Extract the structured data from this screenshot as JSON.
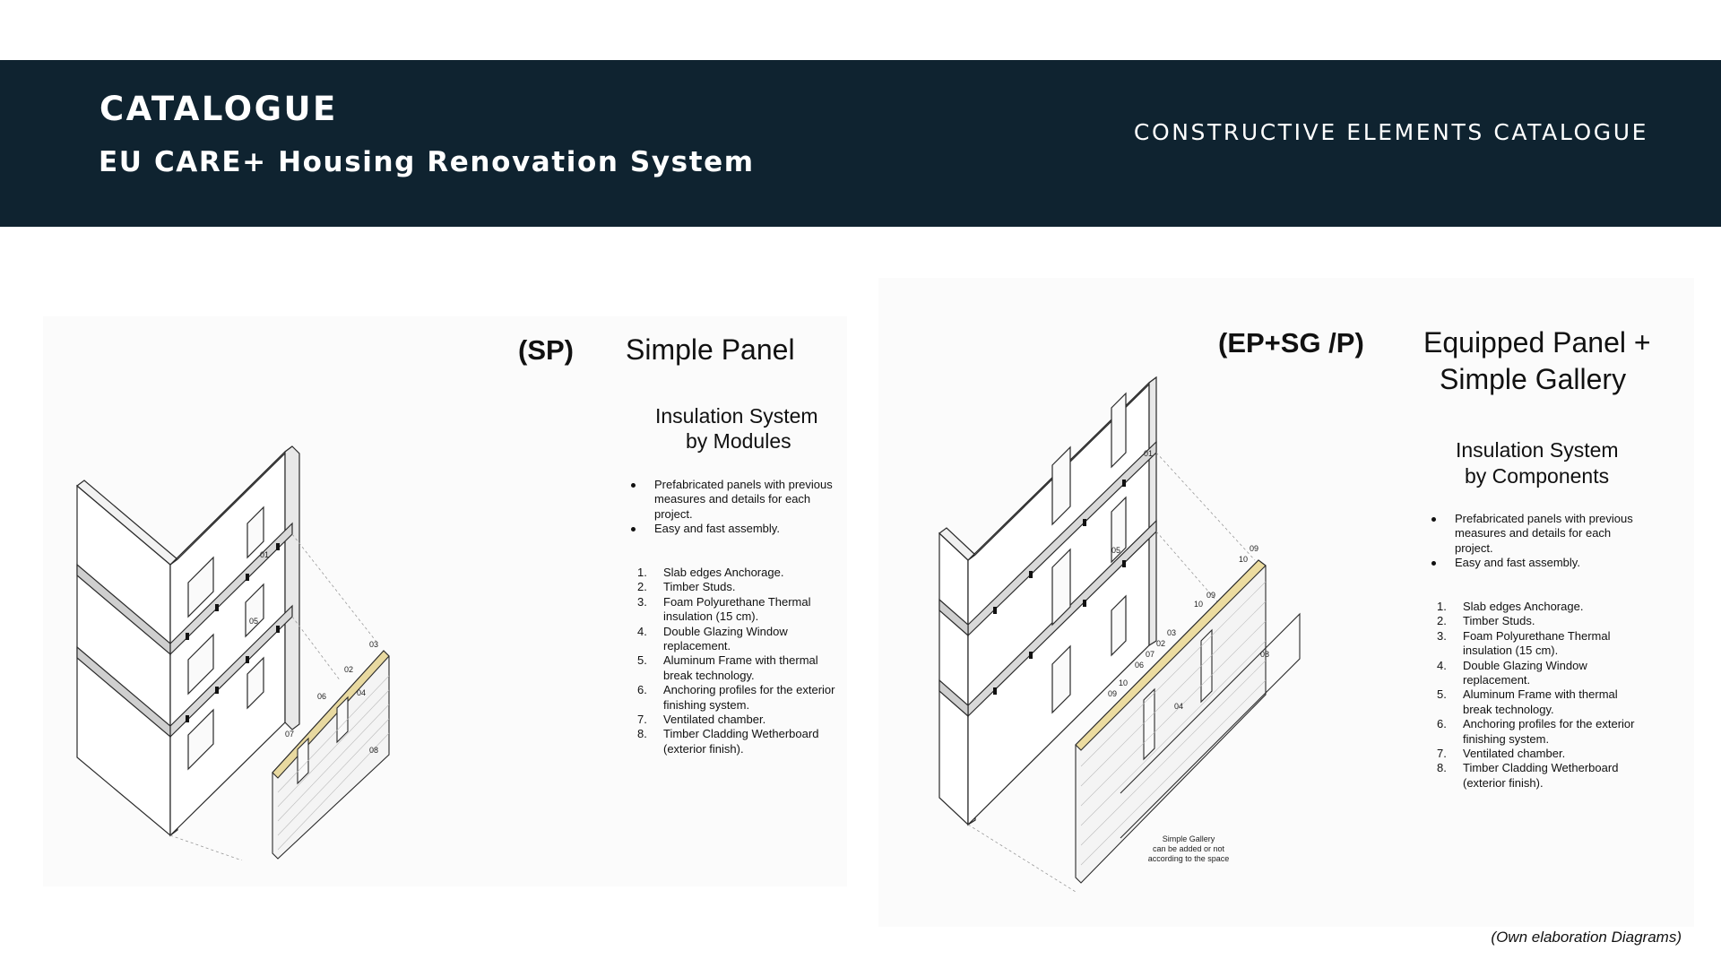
{
  "header": {
    "title": "CATALOGUE",
    "subtitle": "EU CARE+ Housing Renovation System",
    "right_label": "CONSTRUCTIVE ELEMENTS CATALOGUE",
    "background_color": "#0f2330"
  },
  "left_panel": {
    "code": "(SP)",
    "title": "Simple Panel",
    "subtitle_line1": "Insulation System",
    "subtitle_line2": "by Modules",
    "bullets": [
      "Prefabricated panels with previous measures and details for each project.",
      "Easy and fast assembly."
    ],
    "list": [
      {
        "n": "1.",
        "text": "Slab edges Anchorage."
      },
      {
        "n": "2.",
        "text": "Timber Studs."
      },
      {
        "n": "3.",
        "text": "Foam Polyurethane Thermal insulation (15 cm)."
      },
      {
        "n": "4.",
        "text": "Double Glazing Window replacement."
      },
      {
        "n": "5.",
        "text": "Aluminum Frame with thermal break technology."
      },
      {
        "n": "6.",
        "text": "Anchoring profiles for the exterior finishing system."
      },
      {
        "n": "7.",
        "text": "Ventilated chamber."
      },
      {
        "n": "8.",
        "text": "Timber Cladding Wetherboard (exterior finish)."
      }
    ],
    "diagram_labels": [
      "01",
      "05",
      "03",
      "02",
      "06",
      "04",
      "07",
      "08"
    ]
  },
  "right_panel": {
    "code": "(EP+SG /P)",
    "title_line1": "Equipped Panel +",
    "title_line2": "Simple Gallery",
    "subtitle_line1": "Insulation System",
    "subtitle_line2": "by Components",
    "bullets": [
      "Prefabricated panels with previous measures and details for each project.",
      "Easy and fast assembly."
    ],
    "list": [
      {
        "n": "1.",
        "text": "Slab edges Anchorage."
      },
      {
        "n": "2.",
        "text": "Timber Studs."
      },
      {
        "n": "3.",
        "text": "Foam Polyurethane Thermal insulation (15 cm)."
      },
      {
        "n": "4.",
        "text": "Double Glazing Window replacement."
      },
      {
        "n": "5.",
        "text": "Aluminum Frame with thermal break technology."
      },
      {
        "n": "6.",
        "text": "Anchoring profiles for the exterior finishing system."
      },
      {
        "n": "7.",
        "text": "Ventilated chamber."
      },
      {
        "n": "8.",
        "text": "Timber Cladding Wetherboard (exterior finish)."
      }
    ],
    "diagram_labels": [
      "01",
      "05",
      "09",
      "10",
      "09",
      "10",
      "03",
      "02",
      "07",
      "06",
      "10",
      "09",
      "04",
      "08"
    ],
    "gallery_note": [
      "Simple Gallery",
      "can be added or not",
      "according to the space"
    ]
  },
  "caption": "(Own elaboration Diagrams)"
}
